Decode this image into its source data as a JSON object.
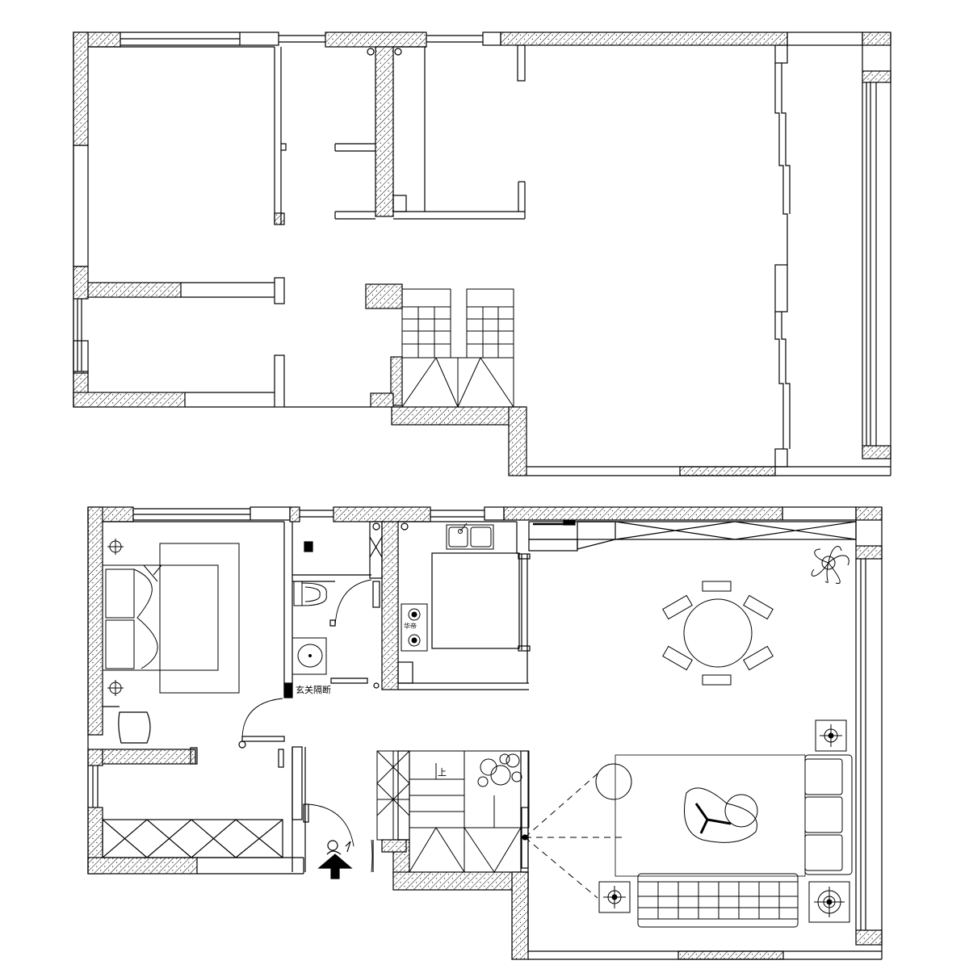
{
  "plans": [
    {
      "id": "original-floor-plan"
    },
    {
      "id": "furnished-floor-plan"
    }
  ],
  "labels": {
    "entry_partition": "玄关隔断",
    "stair_up": "上",
    "cooktop_brand": "华帝"
  },
  "colors": {
    "line": "#000000",
    "background": "#ffffff",
    "hatch": "#000000"
  },
  "icons": [
    "bed",
    "toilet",
    "washbasin",
    "sink",
    "cooktop",
    "dining-table",
    "sofa",
    "coffee-table",
    "plant",
    "downlight",
    "person",
    "door-swing",
    "stairs"
  ]
}
